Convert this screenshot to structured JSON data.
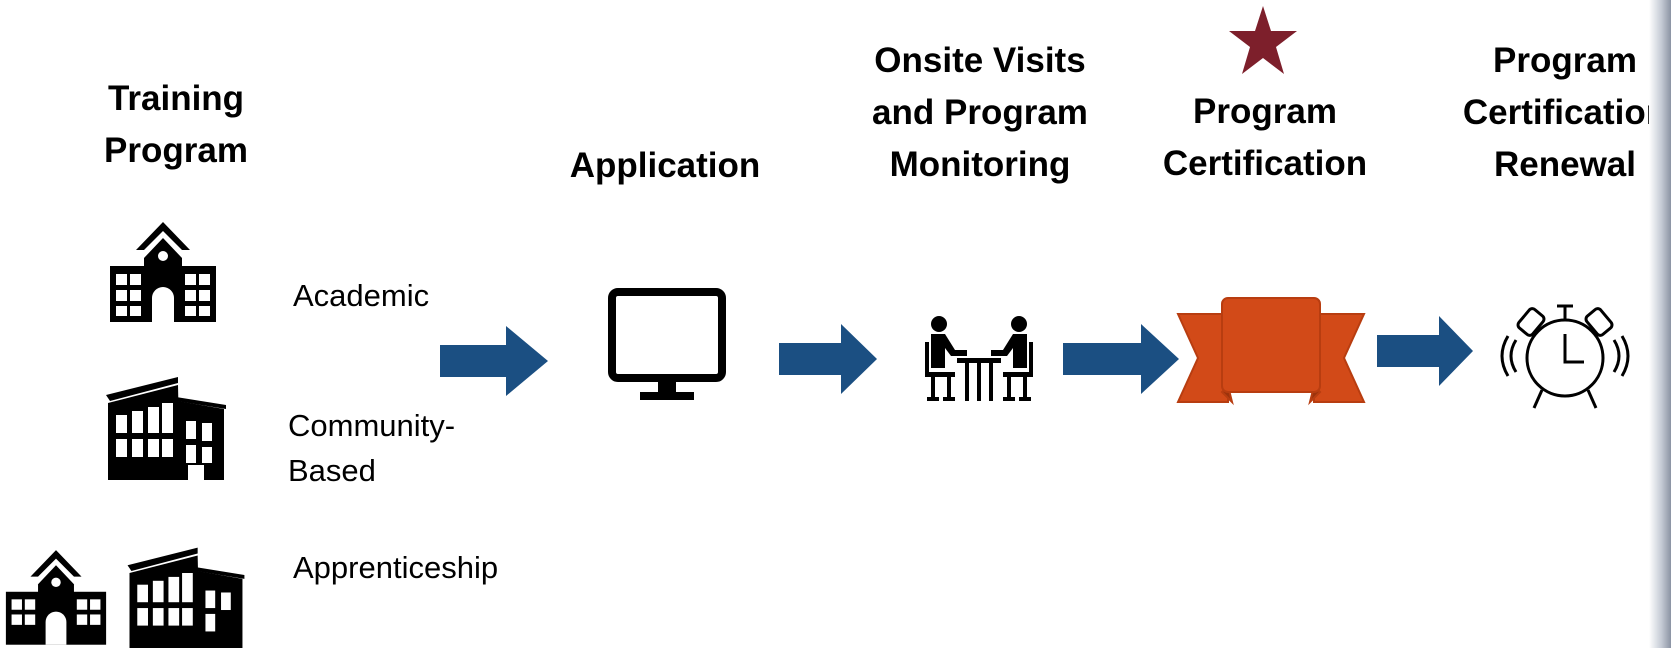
{
  "headings": {
    "training_program": "Training\nProgram",
    "application": "Application",
    "onsite_visits": "Onsite Visits\nand Program\nMonitoring",
    "program_certification": "Program\nCertification",
    "certification_renewal": "Program\nCertification\nRenewal"
  },
  "program_types": {
    "academic": "Academic",
    "community_based": "Community-\nBased",
    "apprenticeship": "Apprenticeship"
  },
  "colors": {
    "arrow": "#1b4f82",
    "ribbon": "#d24a18",
    "star": "#7d1f2b",
    "icon": "#000000"
  },
  "icons": [
    "school-building-icon",
    "modern-building-icon",
    "monitor-icon",
    "meeting-icon",
    "ribbon-banner-icon",
    "star-icon",
    "alarm-clock-icon",
    "arrow-right-icon"
  ]
}
